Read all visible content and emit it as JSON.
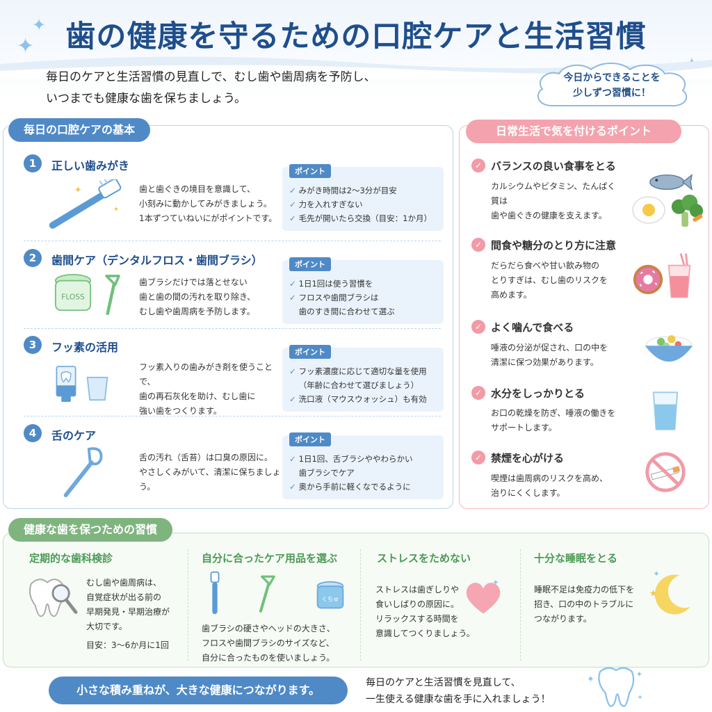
{
  "header": {
    "title": "歯の健康を守るための口腔ケアと生活習慣",
    "subtitle_line1": "毎日のケアと生活習慣の見直しで、むし歯や歯周病を予防し、",
    "subtitle_line2": "いつまでも健康な歯を保ちましょう。",
    "cloud_line1": "今日からできることを",
    "cloud_line2": "少しずつ習慣に！"
  },
  "daily_care": {
    "heading": "毎日の口腔ケアの基本",
    "point_label": "ポイント",
    "steps": [
      {
        "num": "1",
        "title": "正しい歯みがき",
        "desc": [
          "歯と歯ぐきの境目を意識して、",
          "小刻みに動かしてみがきましょう。",
          "1本ずつていねいにがポイントです。"
        ],
        "points": [
          "みがき時間は2〜3分が目安",
          "力を入れすぎない",
          "毛先が開いたら交換（目安：1か月）"
        ]
      },
      {
        "num": "2",
        "title": "歯間ケア（デンタルフロス・歯間ブラシ）",
        "desc": [
          "歯ブラシだけでは落とせない",
          "歯と歯の間の汚れを取り除き、",
          "むし歯や歯周病を予防します。"
        ],
        "points": [
          "1日1回は使う習慣を",
          "フロスや歯間ブラシは",
          "歯のすき間に合わせて選ぶ"
        ],
        "floss_label": "FLOSS"
      },
      {
        "num": "3",
        "title": "フッ素の活用",
        "desc": [
          "フッ素入りの歯みがき剤を使うことで、",
          "歯の再石灰化を助け、むし歯に",
          "強い歯をつくります。"
        ],
        "points": [
          "フッ素濃度に応じて適切な量を使用",
          "（年齢に合わせて選びましょう）",
          "洗口液（マウスウォッシュ）も有効"
        ]
      },
      {
        "num": "4",
        "title": "舌のケア",
        "desc": [
          "舌の汚れ（舌苔）は口臭の原因に。",
          "やさしくみがいて、清潔に保ちましょう。"
        ],
        "points": [
          "1日1回、舌ブラシややわらかい",
          "歯ブラシでケア",
          "奥から手前に軽くなでるように"
        ]
      }
    ]
  },
  "daily_life": {
    "heading": "日常生活で気を付けるポイント",
    "items": [
      {
        "title": "バランスの良い食事をとる",
        "desc": [
          "カルシウムやビタミン、たんぱく質は",
          "歯や歯ぐきの健康を支えます。"
        ]
      },
      {
        "title": "間食や糖分のとり方に注意",
        "desc": [
          "だらだら食べや甘い飲み物の",
          "とりすぎは、むし歯のリスクを",
          "高めます。"
        ]
      },
      {
        "title": "よく噛んで食べる",
        "desc": [
          "唾液の分泌が促され、口の中を",
          "清潔に保つ効果があります。"
        ]
      },
      {
        "title": "水分をしっかりとる",
        "desc": [
          "お口の乾燥を防ぎ、唾液の働きを",
          "サポートします。"
        ]
      },
      {
        "title": "禁煙を心がける",
        "desc": [
          "喫煙は歯周病のリスクを高め、",
          "治りにくくします。"
        ]
      }
    ]
  },
  "habits": {
    "heading": "健康な歯を保つための習慣",
    "items": [
      {
        "title": "定期的な歯科検診",
        "desc": [
          "むし歯や歯周病は、",
          "自覚症状が出る前の",
          "早期発見・早期治療が",
          "大切です。"
        ],
        "note": "目安：3〜6か月に1回"
      },
      {
        "title": "自分に合ったケア用品を選ぶ",
        "desc": [
          "歯ブラシの硬さやヘッドの大きさ、",
          "フロスや歯間ブラシのサイズなど、",
          "自分に合ったものを使いましょう。"
        ],
        "cup_label": "くちゅ"
      },
      {
        "title": "ストレスをためない",
        "desc": [
          "ストレスは歯ぎしりや",
          "食いしばりの原因に。",
          "リラックスする時間を",
          "意識してつくりましょう。"
        ]
      },
      {
        "title": "十分な睡眠をとる",
        "desc": [
          "睡眠不足は免疫力の低下を",
          "招き、口の中のトラブルに",
          "つながります。"
        ]
      }
    ]
  },
  "footer": {
    "pill": "小さな積み重ねが、大きな健康につながります。",
    "line1": "毎日のケアと生活習慣を見直して、",
    "line2": "一生使える健康な歯を手に入れましょう！"
  },
  "colors": {
    "title_blue": "#1f4e8c",
    "accent_blue": "#4f8ac7",
    "accent_pink": "#f29aa6",
    "accent_green": "#7fb47f"
  },
  "icons": [
    "sparkle-icon",
    "toothbrush-icon",
    "floss-box-icon",
    "floss-pick-icon",
    "toothpaste-icon",
    "cup-icon",
    "tongue-cleaner-icon",
    "fish-icon",
    "egg-icon",
    "broccoli-icon",
    "donut-icon",
    "juice-icon",
    "rice-bowl-icon",
    "water-glass-icon",
    "no-smoking-icon",
    "tooth-magnifier-icon",
    "heart-icon",
    "moon-icon",
    "tooth-icon",
    "check-icon"
  ]
}
